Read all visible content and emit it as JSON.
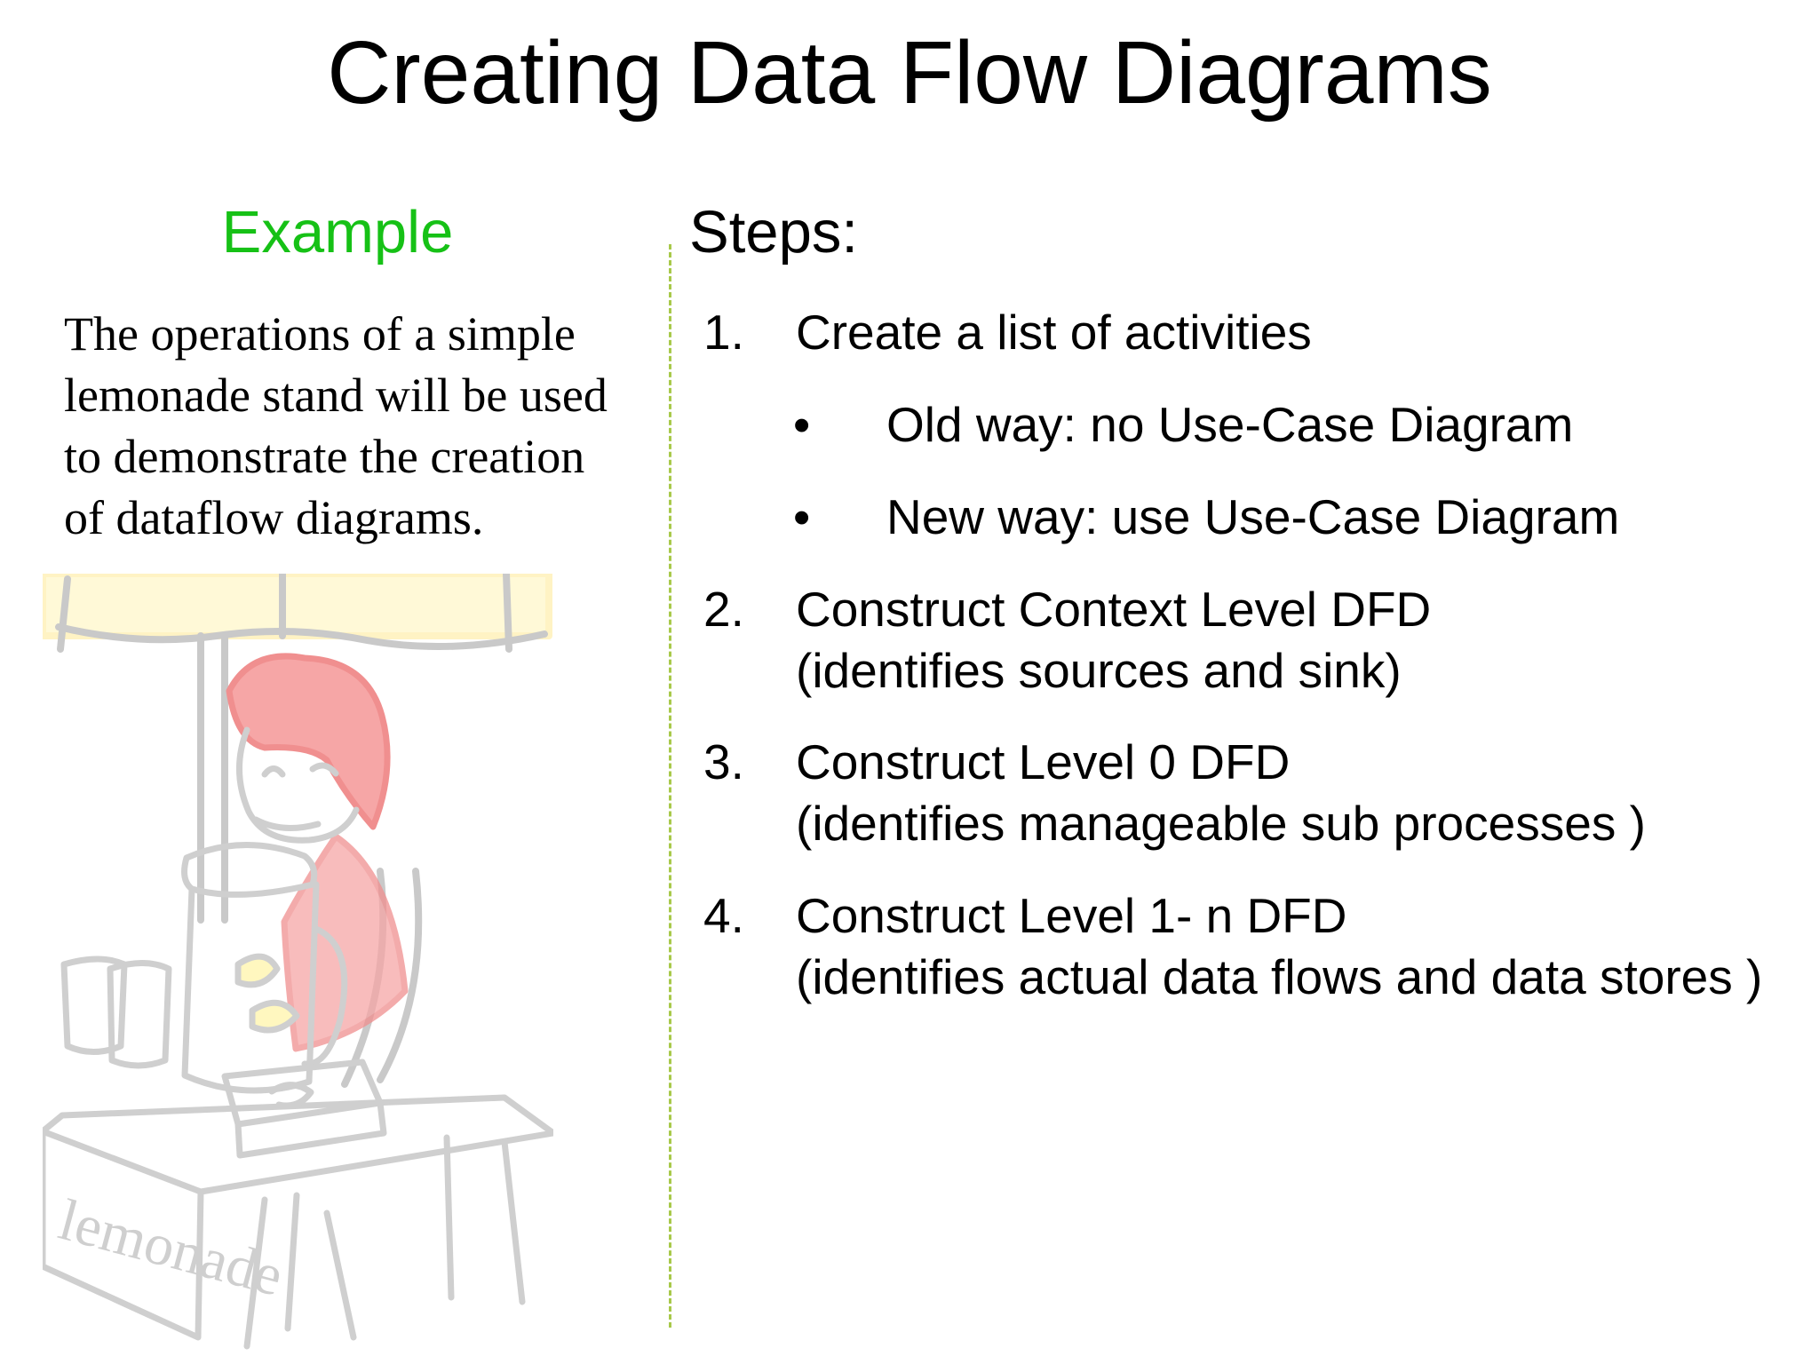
{
  "title": "Creating Data Flow Diagrams",
  "example": {
    "heading": "Example",
    "text": "The operations of a simple lemonade stand will be used to demonstrate the creation of dataflow diagrams.",
    "lines": [
      "The operations of a simple",
      "lemonade stand will be used",
      "to demonstrate the creation",
      "of dataflow diagrams."
    ],
    "illustration": {
      "name": "lemonade-stand-illustration",
      "sign_text": "lemonade"
    }
  },
  "steps": {
    "heading": "Steps:",
    "items": [
      {
        "number": "1.",
        "text": "Create a list of activities",
        "bullets": [
          "Old way: no Use-Case Diagram",
          "New way: use Use-Case Diagram"
        ]
      },
      {
        "number": "2.",
        "text": "Construct Context Level DFD",
        "detail": "(identifies sources and sink)"
      },
      {
        "number": "3.",
        "text": "Construct Level 0 DFD",
        "detail": "(identifies manageable sub processes )"
      },
      {
        "number": "4.",
        "text": "Construct Level 1- n DFD",
        "detail": "(identifies actual data flows and data stores )"
      }
    ]
  },
  "colors": {
    "example_heading": "#16c116",
    "divider": "#a8c94a"
  }
}
